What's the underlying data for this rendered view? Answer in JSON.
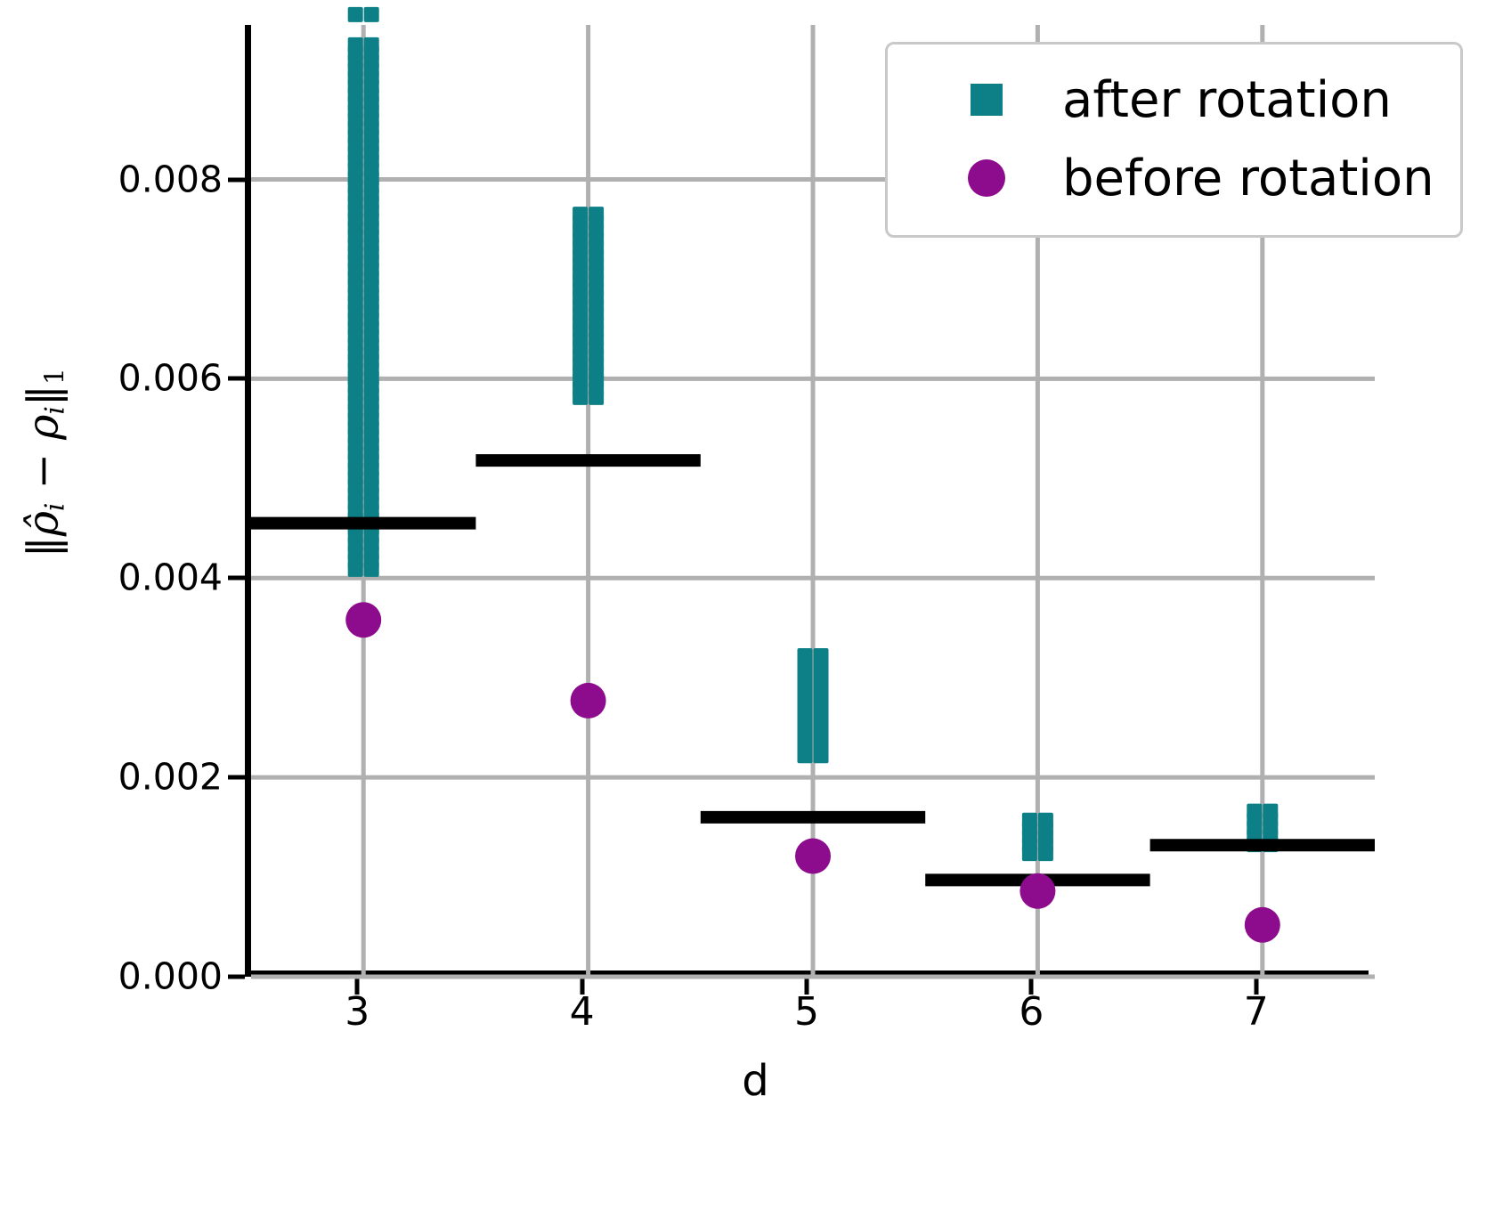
{
  "chart_data": {
    "type": "scatter",
    "title": "",
    "xlabel": "d",
    "ylabel_plain": "||rho_hat_i - rho_i||_1",
    "xlim": [
      2.5,
      7.5
    ],
    "ylim": [
      0.0,
      0.00955
    ],
    "grid": true,
    "legend_position": "upper right",
    "categories": [
      3,
      4,
      5,
      6,
      7
    ],
    "xticks": [
      "3",
      "4",
      "5",
      "6",
      "7"
    ],
    "yticks": [
      "0.000",
      "0.002",
      "0.004",
      "0.006",
      "0.008"
    ],
    "ytick_values": [
      0.0,
      0.002,
      0.004,
      0.006,
      0.008
    ],
    "colors": {
      "after_rotation": "#0d7f86",
      "before_rotation": "#8d0c8d",
      "mean_line": "#000000",
      "grid": "#b0b0b0",
      "axis": "#000000"
    },
    "series": [
      {
        "name": "after rotation",
        "marker": "square",
        "color": "#0d7f86",
        "note": "vertical spread of individual samples (range bars)",
        "ranges": [
          {
            "d": 3,
            "low": 0.00405,
            "high": 0.00935
          },
          {
            "d": 4,
            "low": 0.00575,
            "high": 0.00765
          },
          {
            "d": 5,
            "low": 0.00218,
            "high": 0.00322
          },
          {
            "d": 6,
            "low": 0.00122,
            "high": 0.00157
          },
          {
            "d": 7,
            "low": 0.00128,
            "high": 0.00166
          }
        ]
      },
      {
        "name": "before rotation",
        "marker": "circle",
        "color": "#8d0c8d",
        "values": [
          0.00358,
          0.00277,
          0.00121,
          0.00086,
          0.00052
        ]
      },
      {
        "name": "mean (after rotation)",
        "marker": "hline",
        "color": "#000000",
        "values": [
          0.00455,
          0.00518,
          0.0016,
          0.00097,
          0.00132
        ]
      }
    ]
  },
  "legend": {
    "entries": [
      {
        "label": "after rotation",
        "marker": "square",
        "color": "#0d7f86"
      },
      {
        "label": "before rotation",
        "marker": "circle",
        "color": "#8d0c8d"
      }
    ]
  },
  "axis": {
    "x_title": "d",
    "y_title_parts": {
      "bar_open": "‖",
      "rho_hat": "ρ̂",
      "sub_i_1": "i",
      "minus": " − ",
      "rho": "ρ",
      "sub_i_2": "i",
      "bar_close": "‖",
      "sub_one": "1"
    }
  }
}
